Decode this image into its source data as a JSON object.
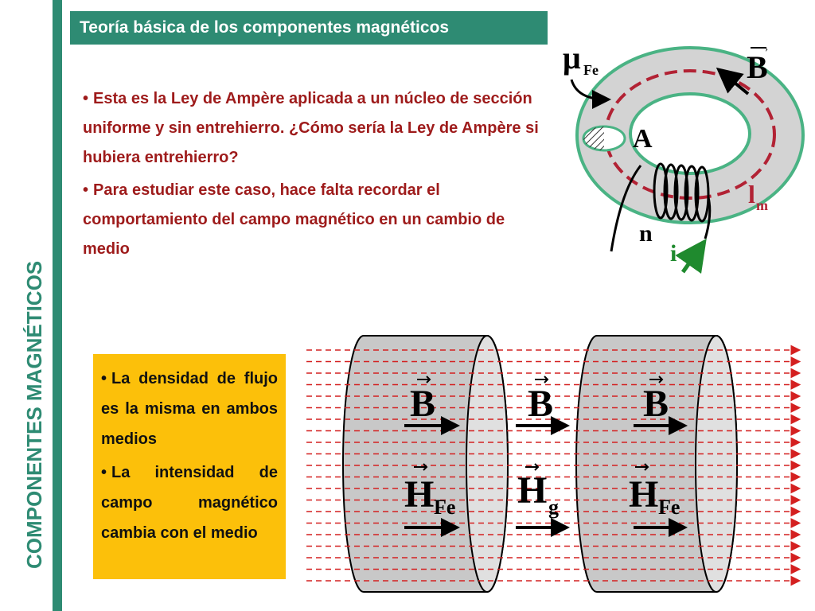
{
  "header": {
    "title": "Teoría básica de los componentes magnéticos"
  },
  "side": {
    "title": "COMPONENTES MAGNÉTICOS"
  },
  "bullets": [
    {
      "marker": "•",
      "text": "Esta es la Ley de Ampère aplicada a un núcleo de sección uniforme y sin entrehierro. ¿Cómo sería la Ley de  Ampère si hubiera entrehierro?"
    },
    {
      "marker": "•",
      "text": "Para estudiar este caso, hace falta recordar el comportamiento del campo magnético en un cambio de medio"
    }
  ],
  "note": [
    {
      "marker": "•",
      "text": "La densidad de flujo es la misma en ambos medios"
    },
    {
      "marker": "•",
      "text": "La intensidad de campo magnético cambia con el medio"
    }
  ],
  "toroid": {
    "mu": "μ",
    "mu_sub": "Fe",
    "B": "B",
    "A": "A",
    "l": "l",
    "l_sub": "m",
    "n": "n",
    "i": "i",
    "colors": {
      "core": "#d3d3d3",
      "edge": "#4ab384",
      "path": "#b22234",
      "current": "#1f8a2e"
    }
  },
  "field": {
    "B_left": "B",
    "B_mid": "B",
    "B_right": "B",
    "H_left": "H",
    "H_left_sub": "Fe",
    "H_mid": "H",
    "H_mid_sub": "g",
    "H_right": "H",
    "H_right_sub": "Fe",
    "colors": {
      "field_lines": "#d42020",
      "cylinder": "#c8c8c8"
    }
  }
}
